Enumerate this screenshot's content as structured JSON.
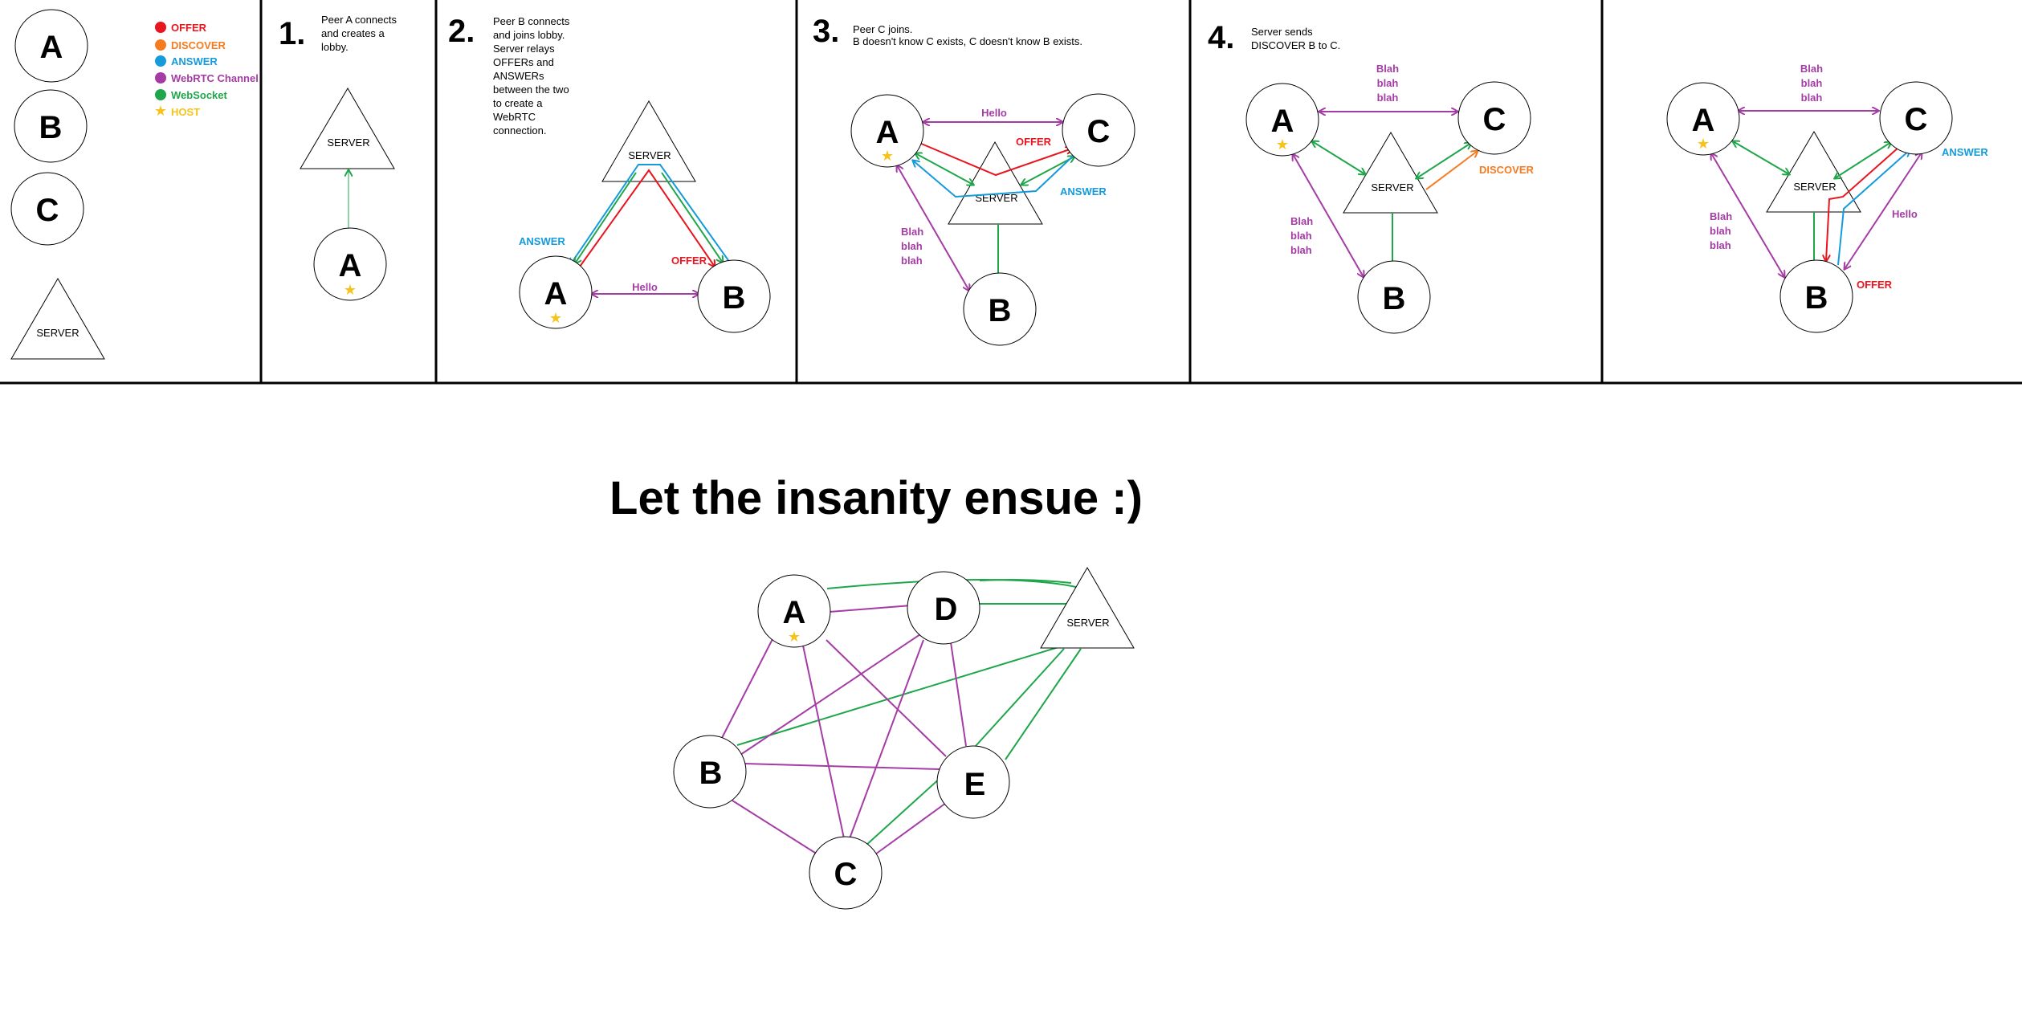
{
  "colors": {
    "offer": "#e8141e",
    "discover": "#f47b20",
    "answer": "#149bdc",
    "webrtc": "#a53ca5",
    "websocket": "#1fa64b",
    "host": "#f7c31a"
  },
  "nodes": {
    "a": "A",
    "b": "B",
    "c": "C",
    "d": "D",
    "e": "E",
    "server": "SERVER"
  },
  "legend": {
    "offer": "OFFER",
    "discover": "DISCOVER",
    "answer": "ANSWER",
    "webrtc": "WebRTC Channel",
    "websocket": "WebSocket",
    "host": "HOST"
  },
  "steps": {
    "s1": {
      "num": "1.",
      "text": [
        "Peer A connects",
        "and creates a",
        "lobby."
      ]
    },
    "s2": {
      "num": "2.",
      "text": [
        "Peer B connects",
        "and joins lobby.",
        "Server relays",
        "OFFERs and",
        "ANSWERs",
        "between the two",
        "to create a",
        "WebRTC",
        "connection."
      ]
    },
    "s3": {
      "num": "3.",
      "text": [
        "Peer C joins.",
        "B doesn't know C exists, C doesn't know B exists."
      ]
    },
    "s4": {
      "num": "4.",
      "text": [
        "Server sends",
        "DISCOVER B to C."
      ]
    }
  },
  "labels": {
    "hello": "Hello",
    "offer": "OFFER",
    "answer": "ANSWER",
    "discover": "DISCOVER",
    "blah": [
      "Blah",
      "blah",
      "blah"
    ]
  },
  "title": "Let the insanity ensue :)"
}
